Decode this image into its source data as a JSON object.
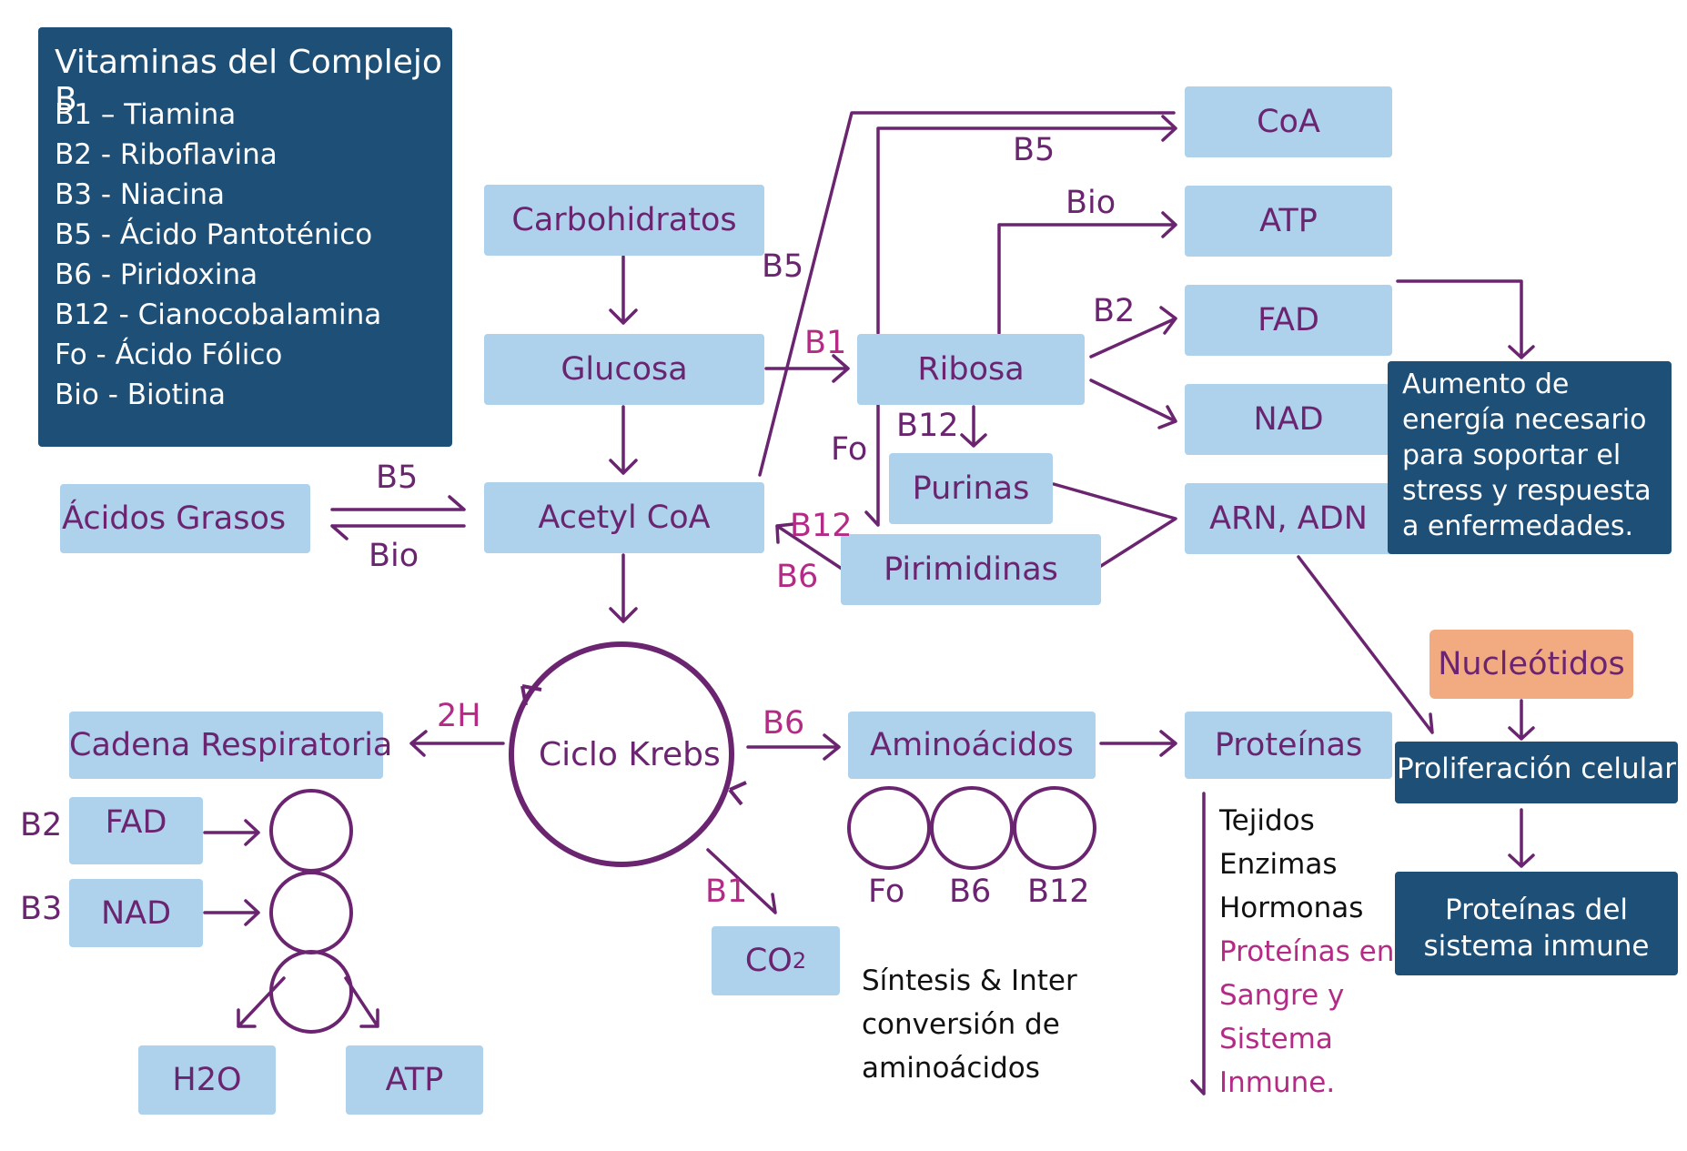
{
  "legend": {
    "title": "Vitaminas del Complejo B",
    "items": [
      "B1 – Tiamina",
      "B2 - Riboflavina",
      "B3 - Niacina",
      "B5 - Ácido Pantoténico",
      "B6 - Piridoxina",
      "B12 - Cianocobalamina",
      "Fo - Ácido Fólico",
      "Bio - Biotina"
    ]
  },
  "nodes": {
    "carbohidratos": "Carbohidratos",
    "glucosa": "Glucosa",
    "acetyl_coa": "Acetyl CoA",
    "acidos_grasos": "Ácidos Grasos",
    "ribosa": "Ribosa",
    "purinas": "Purinas",
    "pirimidinas": "Pirimidinas",
    "coa": "CoA",
    "atp_top": "ATP",
    "fad_top": "FAD",
    "nad_top": "NAD",
    "arn_adn": "ARN, ADN",
    "ciclo_krebs": "Ciclo Krebs",
    "cadena_respiratoria": "Cadena Respiratoria",
    "fad_bottom": "FAD",
    "nad_bottom": "NAD",
    "h2o": "H2O",
    "atp_bottom": "ATP",
    "co2": "CO",
    "co2_sub": "2",
    "aminoacidos": "Aminoácidos",
    "proteinas": "Proteínas",
    "nucleotidos": "Nucleótidos",
    "proliferacion": "Proliferación celular",
    "proteinas_inmune": "Proteínas del sistema inmune",
    "benefit": "Aumento de energía necesario para soportar el stress y respuesta a enfermedades."
  },
  "labels": {
    "b5_fatty": "B5",
    "bio_fatty": "Bio",
    "b1_ribosa": "B1",
    "b5_acetyl": "B5",
    "b5_coa": "B5",
    "bio_atp": "Bio",
    "b2_fad": "B2",
    "b12_purinas": "B12",
    "fo_ribosa": "Fo",
    "b12_acetyl": "B12",
    "b6_acetyl": "B6",
    "h_2h": "2H",
    "b6_amino": "B6",
    "b1_co2": "B1",
    "b2_chain": "B2",
    "b3_chain": "B3",
    "fo_circle": "Fo",
    "b6_circle": "B6",
    "b12_circle": "B12"
  },
  "notes": {
    "sintesis": [
      "Síntesis & Inter",
      "conversión de",
      "aminoácidos"
    ],
    "tejidos": [
      "Tejidos",
      "Enzimas",
      "Hormonas"
    ],
    "sangre": [
      "Proteínas en",
      "Sangre y",
      "Sistema",
      "Inmune."
    ]
  },
  "colors": {
    "box_fill": "#aed1ec",
    "dark_fill": "#1e4f76",
    "orange_fill": "#f2aa80",
    "text_purple": "#6b2470",
    "text_magenta": "#b42b86",
    "arrow_purple": "#6b2470"
  }
}
